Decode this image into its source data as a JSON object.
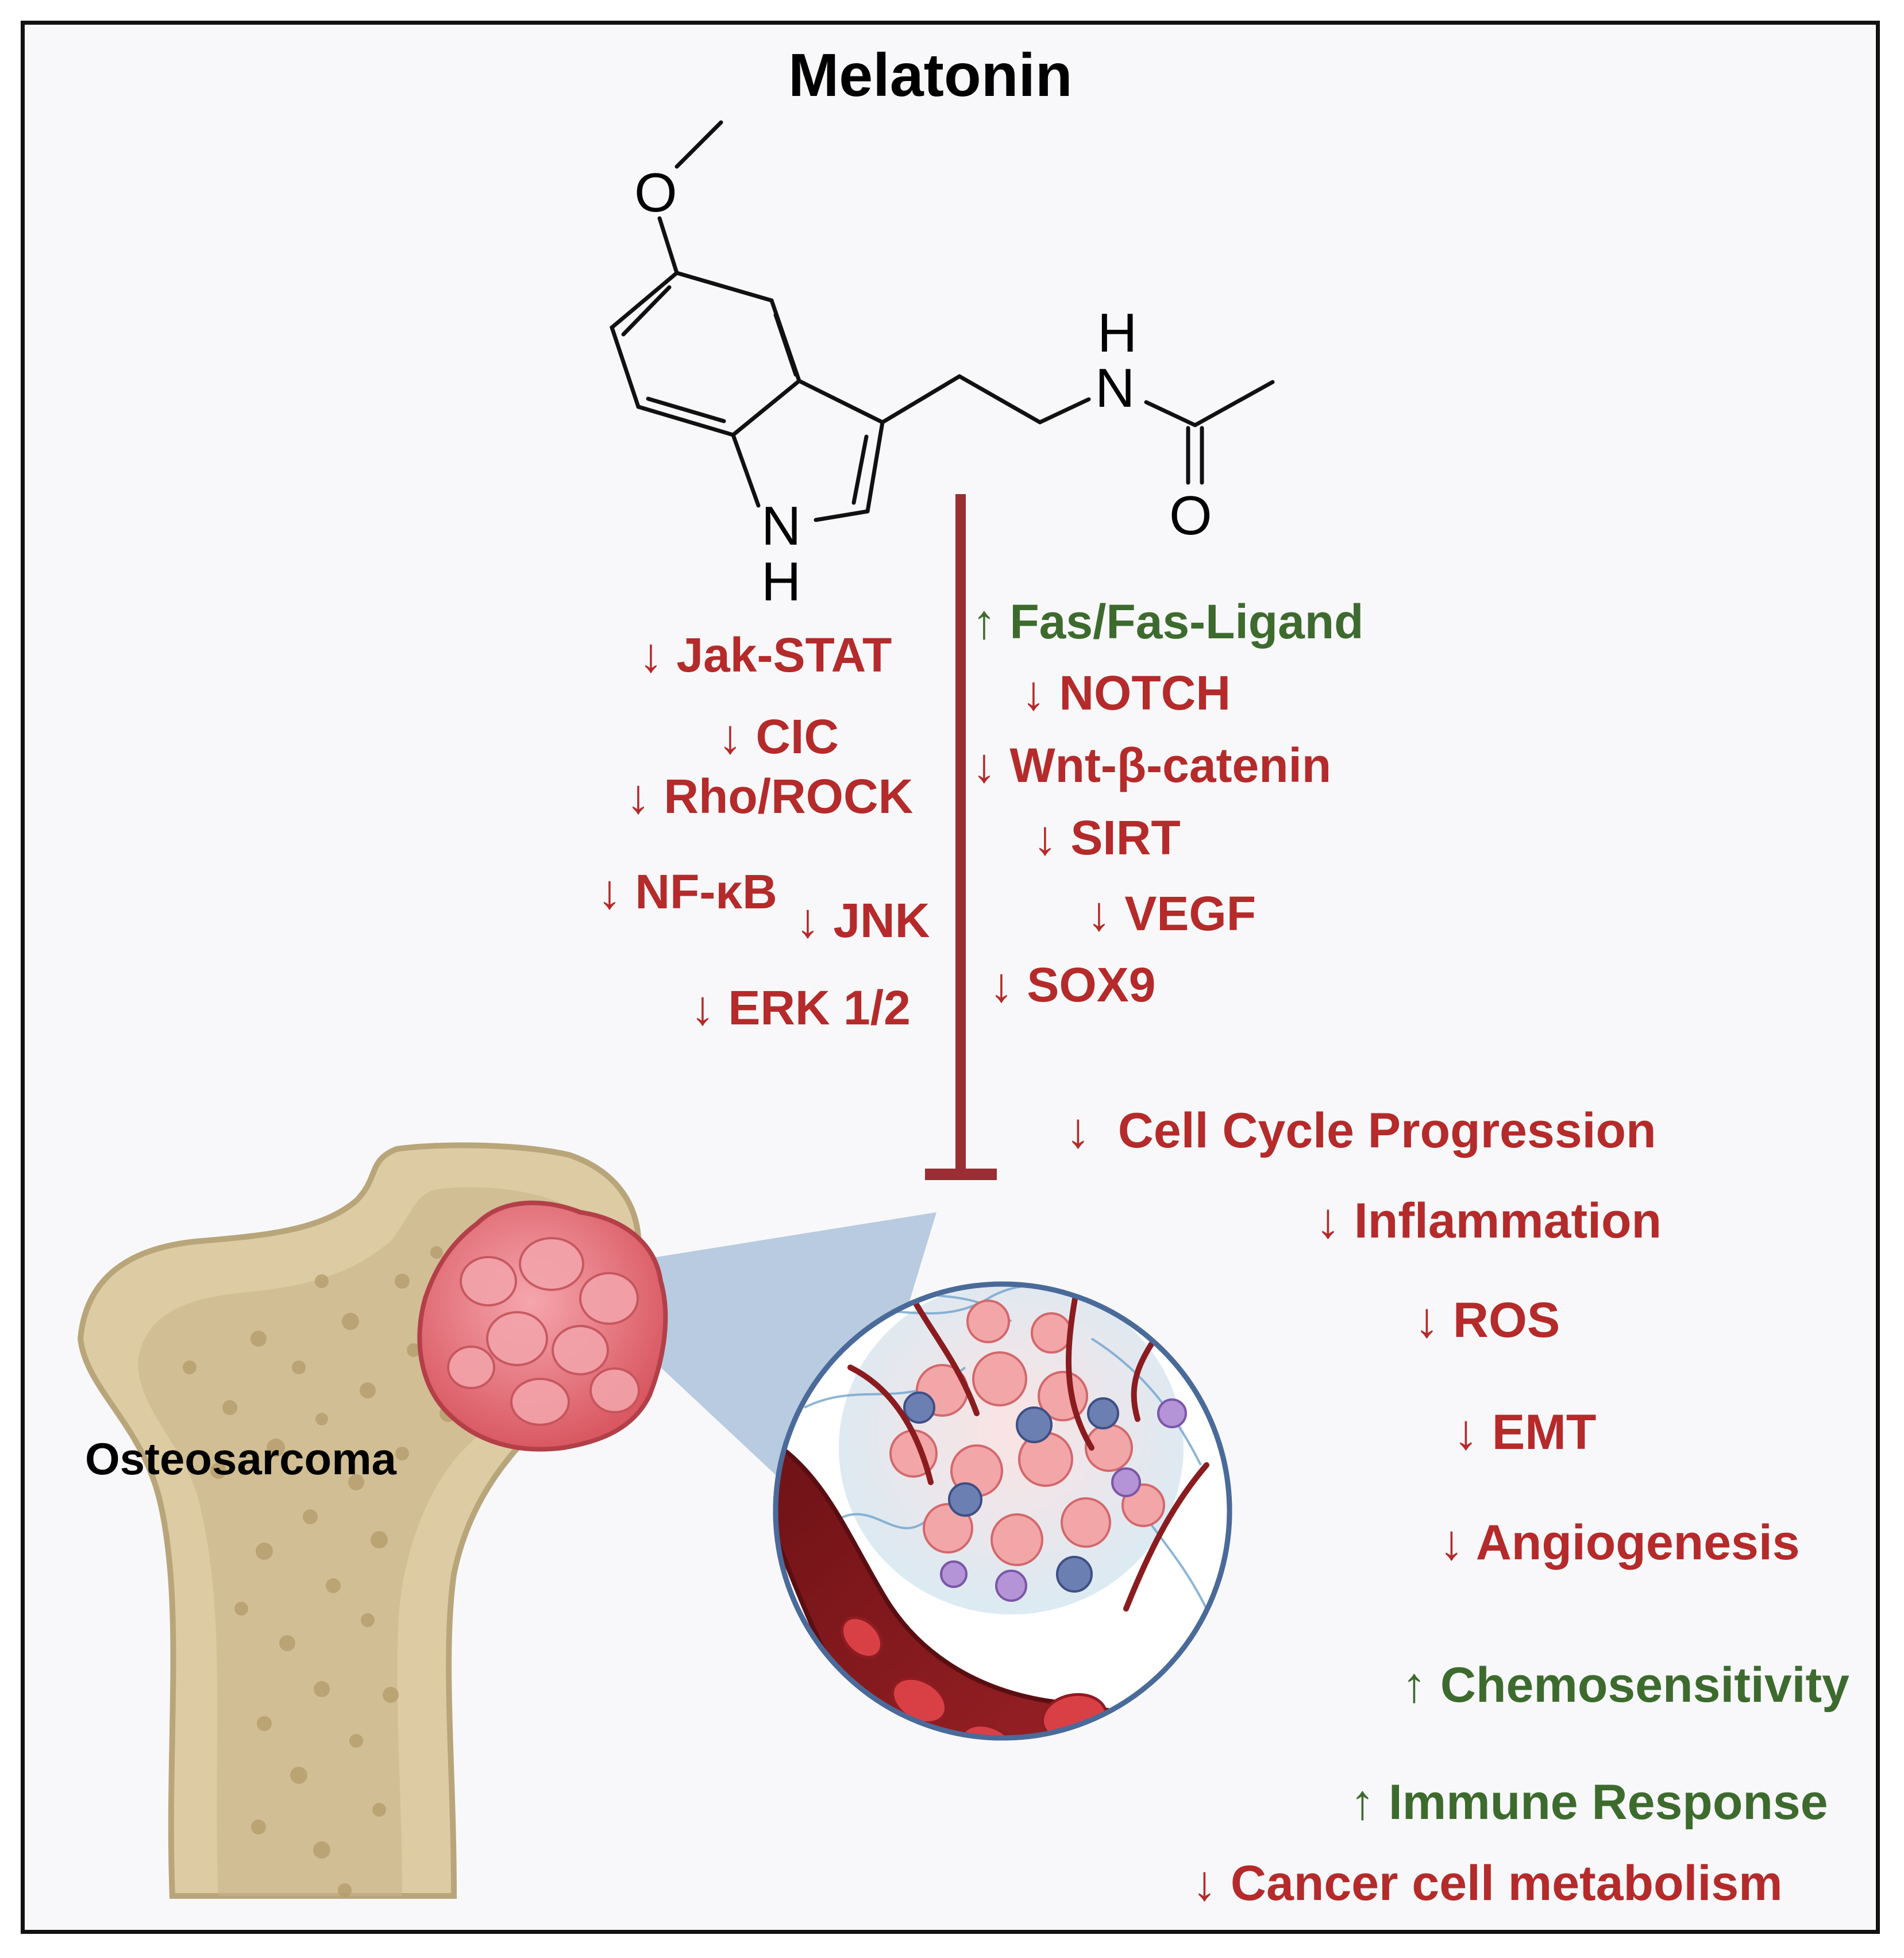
{
  "title": "Melatonin",
  "molecule_atoms": {
    "o_methoxy": "O",
    "n_amide": "N",
    "h_amide": "H",
    "o_carbonyl": "O",
    "n_indole": "N",
    "h_indole": "H"
  },
  "left_pathways": [
    {
      "arrow": "↓",
      "text": "Jak-STAT",
      "direction": "down"
    },
    {
      "arrow": "↓",
      "text": "CIC",
      "direction": "down"
    },
    {
      "arrow": "↓",
      "text": "Rho/ROCK",
      "direction": "down"
    },
    {
      "arrow": "↓",
      "text": "NF-κB",
      "direction": "down"
    },
    {
      "arrow": "↓",
      "text": "JNK",
      "direction": "down"
    },
    {
      "arrow": "↓",
      "text": "ERK 1/2",
      "direction": "down"
    }
  ],
  "right_pathways": [
    {
      "arrow": "↑",
      "text": "Fas/Fas-Ligand",
      "direction": "up"
    },
    {
      "arrow": "↓",
      "text": "NOTCH",
      "direction": "down"
    },
    {
      "arrow": "↓",
      "text": "Wnt-β-catenin",
      "direction": "down"
    },
    {
      "arrow": "↓",
      "text": "SIRT",
      "direction": "down"
    },
    {
      "arrow": "↓",
      "text": "VEGF",
      "direction": "down"
    },
    {
      "arrow": "↓",
      "text": "SOX9",
      "direction": "down"
    }
  ],
  "effects": [
    {
      "arrow": "↓",
      "text": "Cell Cycle Progression",
      "direction": "down"
    },
    {
      "arrow": "↓",
      "text": "Inflammation",
      "direction": "down"
    },
    {
      "arrow": "↓",
      "text": "ROS",
      "direction": "down"
    },
    {
      "arrow": "↓",
      "text": "EMT",
      "direction": "down"
    },
    {
      "arrow": "↓",
      "text": "Angiogenesis",
      "direction": "down"
    },
    {
      "arrow": "↑",
      "text": "Chemosensitivity",
      "direction": "up"
    },
    {
      "arrow": "↑",
      "text": "Immune Response",
      "direction": "up"
    },
    {
      "arrow": "↓",
      "text": "Cancer cell metabolism",
      "direction": "down"
    }
  ],
  "bone_label": "Osteosarcoma",
  "colors": {
    "decrease": "#b52a2a",
    "increase": "#3d6b2e",
    "inhibition_bar": "#9b2d34",
    "bone": "#ddcba4",
    "tumor": "#e6747c",
    "zoom_circle_border": "#4a6a9a",
    "vessel": "#8a1c20"
  }
}
